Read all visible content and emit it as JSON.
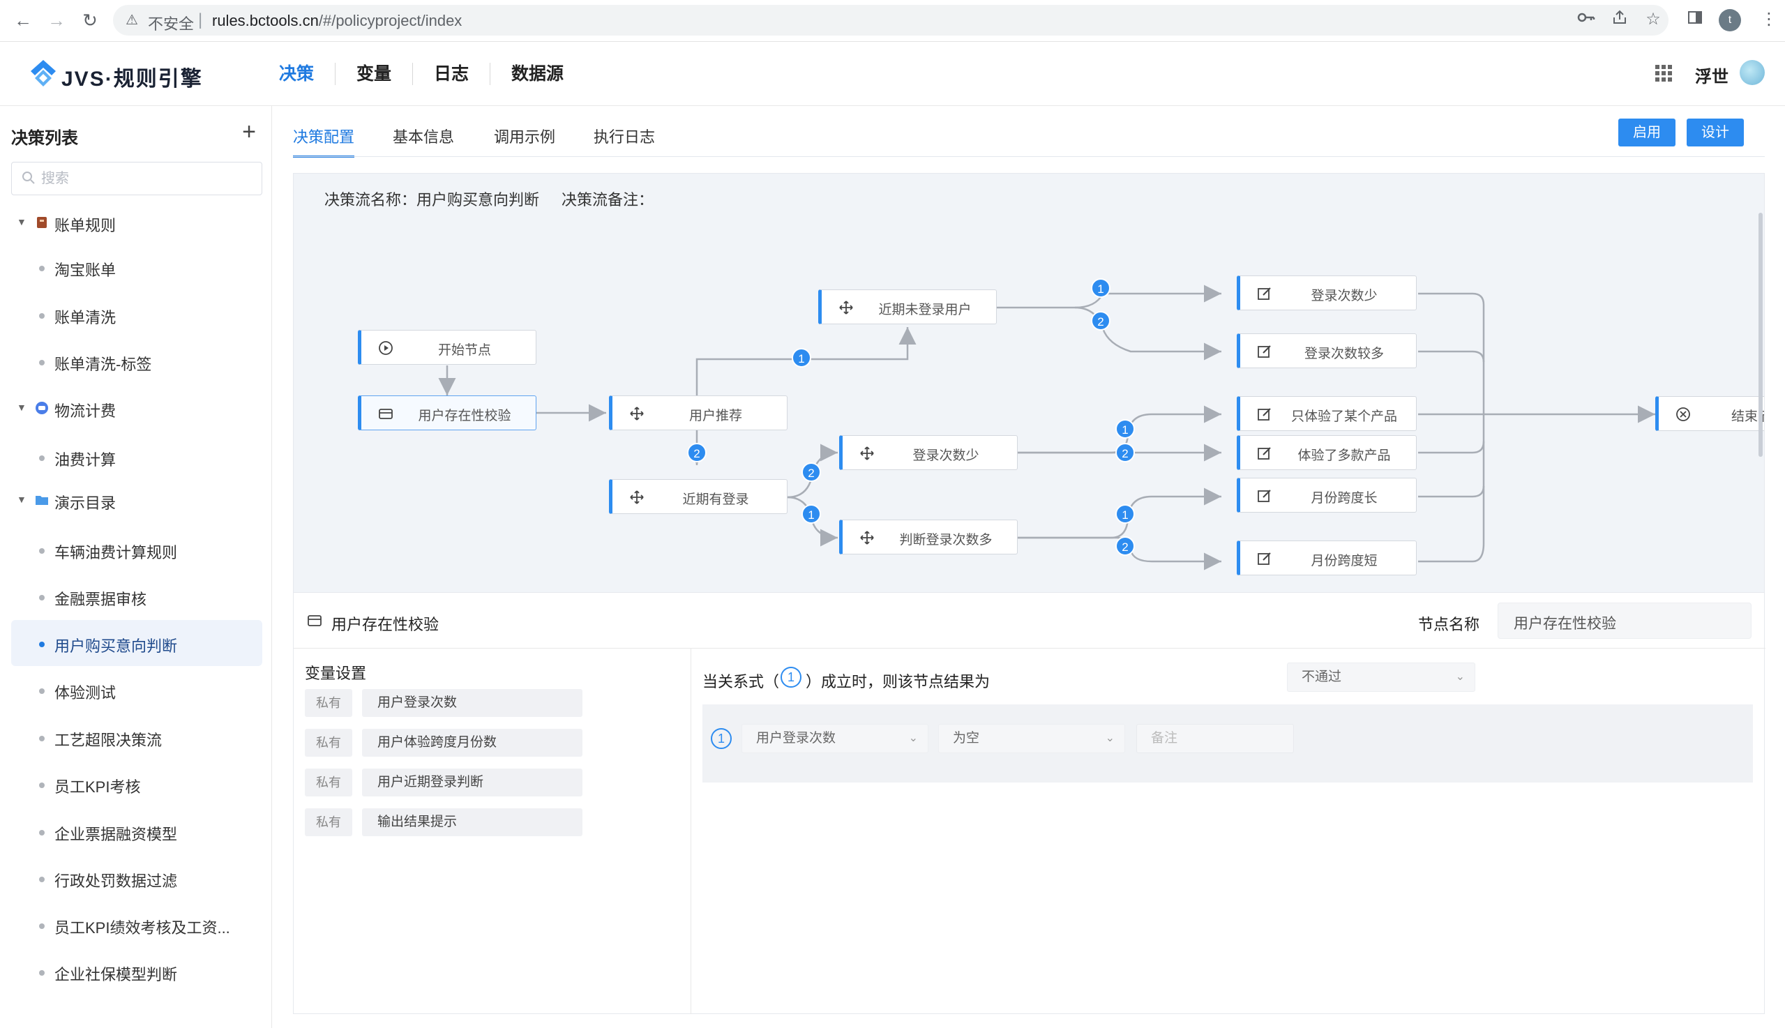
{
  "browser": {
    "insecure_label": "不安全",
    "separator": "|",
    "url_host": "rules.bctools.cn",
    "url_path": "/#/policyproject/index",
    "profile_initial": "t"
  },
  "app": {
    "logo_text": "JVS·规则引擎",
    "nav": [
      {
        "label": "决策",
        "active": true
      },
      {
        "label": "变量",
        "active": false
      },
      {
        "label": "日志",
        "active": false
      },
      {
        "label": "数据源",
        "active": false
      }
    ],
    "username": "浮世"
  },
  "sidebar": {
    "title": "决策列表",
    "add_symbol": "+",
    "search_placeholder": "搜索",
    "groups": [
      {
        "label": "账单规则",
        "icon": "book-icon",
        "items": [
          "淘宝账单",
          "账单清洗",
          "账单清洗-标签"
        ]
      },
      {
        "label": "物流计费",
        "icon": "chat-icon",
        "items": [
          "油费计算"
        ]
      },
      {
        "label": "演示目录",
        "icon": "folder-icon",
        "items": [
          "车辆油费计算规则",
          "金融票据审核",
          "用户购买意向判断",
          "体验测试",
          "工艺超限决策流",
          "员工KPI考核",
          "企业票据融资模型",
          "行政处罚数据过滤",
          "员工KPI绩效考核及工资...",
          "企业社保模型判断"
        ]
      }
    ],
    "active_item": "用户购买意向判断"
  },
  "main": {
    "tabs": [
      {
        "label": "决策配置",
        "active": true
      },
      {
        "label": "基本信息",
        "active": false
      },
      {
        "label": "调用示例",
        "active": false
      },
      {
        "label": "执行日志",
        "active": false
      }
    ],
    "enable_button": "启用",
    "design_button": "设计",
    "flow_name": "决策流名称：用户购买意向判断",
    "flow_note": "决策流备注："
  },
  "flow": {
    "nodes": {
      "start": "开始节点",
      "check": "用户存在性校验",
      "recommend": "用户推荐",
      "recent_no_login": "近期未登录用户",
      "recent_login": "近期有登录",
      "login_few_mid": "登录次数少",
      "judge_login_many": "判断登录次数多",
      "login_few": "登录次数少",
      "login_many": "登录次数较多",
      "one_product": "只体验了某个产品",
      "many_products": "体验了多款产品",
      "span_long": "月份跨度长",
      "span_short": "月份跨度短",
      "end": "结束节点"
    },
    "badges": {
      "one": "1",
      "two": "2"
    }
  },
  "panel": {
    "node_title": "用户存在性校验",
    "node_name_label": "节点名称",
    "node_name_value": "用户存在性校验",
    "var_settings_title": "变量设置",
    "variables": [
      {
        "scope": "私有",
        "name": "用户登录次数"
      },
      {
        "scope": "私有",
        "name": "用户体验跨度月份数"
      },
      {
        "scope": "私有",
        "name": "用户近期登录判断"
      },
      {
        "scope": "私有",
        "name": "输出结果提示"
      }
    ],
    "rule_prefix": "当关系式（",
    "rule_num": "1",
    "rule_suffix": "）成立时，则该节点结果为",
    "result_value": "不通过",
    "condition": {
      "index": "1",
      "variable": "用户登录次数",
      "operator": "为空",
      "note_placeholder": "备注"
    }
  }
}
